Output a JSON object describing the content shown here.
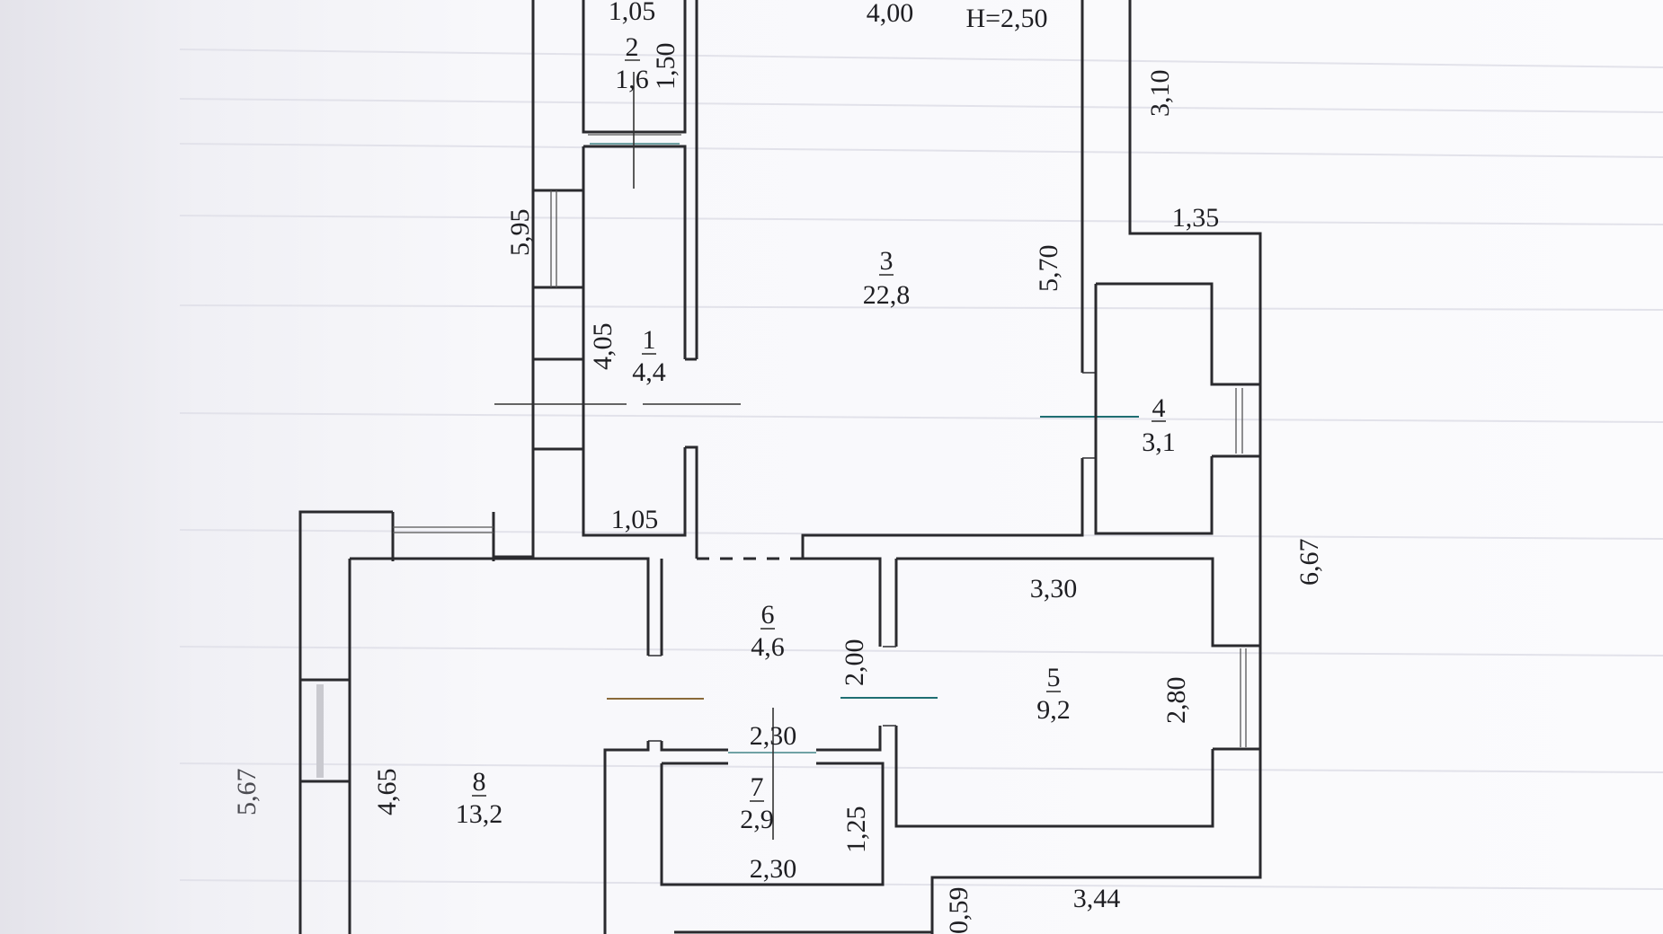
{
  "plan": {
    "ceiling_height": "H=2,50",
    "rooms": [
      {
        "number": "1",
        "area": "4,4"
      },
      {
        "number": "2",
        "area": "1,6"
      },
      {
        "number": "3",
        "area": "22,8"
      },
      {
        "number": "4",
        "area": "3,1"
      },
      {
        "number": "5",
        "area": "9,2"
      },
      {
        "number": "6",
        "area": "4,6"
      },
      {
        "number": "7",
        "area": "2,9"
      },
      {
        "number": "8",
        "area": "13,2"
      }
    ],
    "dimensions": {
      "room2_width": "1,05",
      "room2_length": "1,50",
      "room1_width": "1,05",
      "room1_length": "4,05",
      "corridor_length": "5,95",
      "room3_width": "4,00",
      "room3_length": "5,70",
      "east_wing_top": "3,10",
      "east_wing_step": "1,35",
      "east_total": "6,67",
      "room5_width": "3,30",
      "room5_length": "2,80",
      "room6_length": "2,00",
      "room6_width": "2,30",
      "room7_width": "2,30",
      "room7_length": "1,25",
      "south_width": "3,44",
      "south_step": "0,59",
      "room8_length": "4,65",
      "west_total": "5,67"
    }
  }
}
